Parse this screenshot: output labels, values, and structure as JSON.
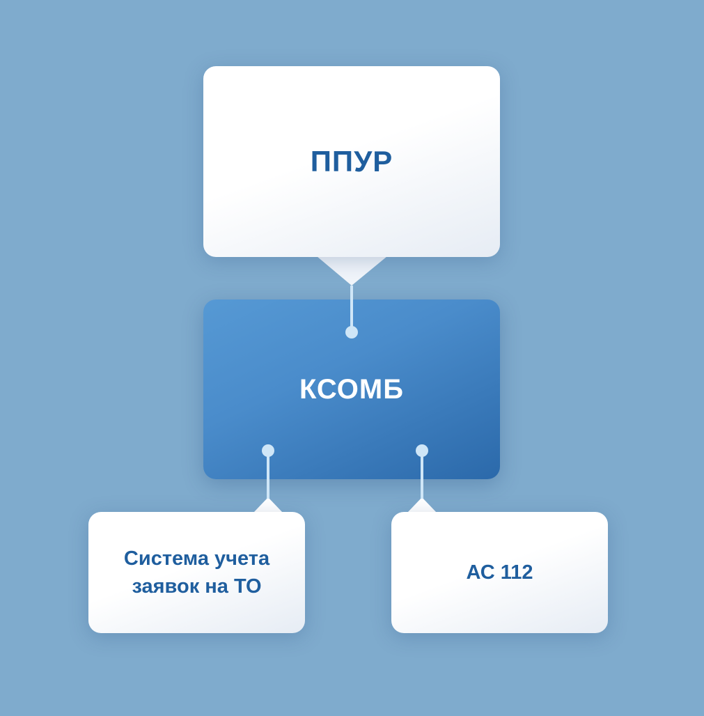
{
  "diagram": {
    "top_node": {
      "label": "ППУР"
    },
    "center_node": {
      "label": "КСОМБ"
    },
    "bottom_left_node": {
      "label": "Система учета\nзаявок на ТО"
    },
    "bottom_right_node": {
      "label": "АС 112"
    }
  },
  "colors": {
    "background": "#7fabcd",
    "node_text_blue": "#1f5e9e",
    "center_node_fill": "#4a8ccb",
    "connector": "#cfe6f7"
  }
}
